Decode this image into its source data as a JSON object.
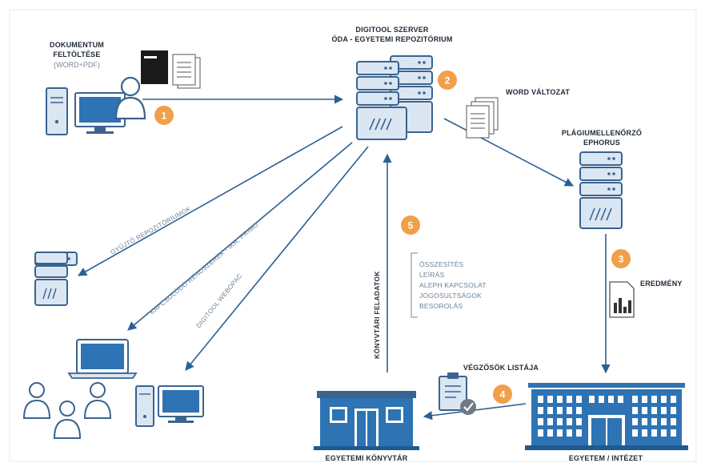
{
  "upload": {
    "title_line1": "DOKUMENTUM",
    "title_line2": "FELTÖLTÉSE",
    "subtitle": "(WORD+PDF)"
  },
  "server": {
    "title_line1": "DIGITOOL SZERVER",
    "title_line2": "ÓDA - EGYETEMI REPOZITÓRIUM"
  },
  "word_version": "WORD VÁLTOZAT",
  "plagiarism": {
    "title_line1": "PLÁGIUMELLENŐRZŐ",
    "title_line2": "EPHORUS"
  },
  "result": "EREDMÉNY",
  "graduates_list": "VÉGZŐSÖK LISTÁJA",
  "university": "EGYETEM / INTÉZET",
  "library": "EGYETEMI KÖNYVTÁR",
  "library_tasks": {
    "title": "KÖNYVTÁRI FELADATOK",
    "items": [
      "ÖSSZESÍTÉS",
      "LEÍRÁS",
      "ALEPH KAPCSOLAT",
      "JOGOSULTSÁGOK",
      "BESOROLÁS"
    ]
  },
  "channels": {
    "collector": "GYŰJTŐ REPOZITÓRIUMOK",
    "connected": "KAPCSOLÓDÓ RENDSZEREK - IKR, PRIMO",
    "webopac": "DIGITOOL WEBOPAC"
  },
  "steps": [
    "1",
    "2",
    "3",
    "4",
    "5"
  ],
  "colors": {
    "accent": "#f0a04b",
    "arrow": "#2c5f96",
    "icon_fill": "#dbe6f3",
    "icon_stroke": "#3a638f",
    "building": "#2e73b3"
  }
}
